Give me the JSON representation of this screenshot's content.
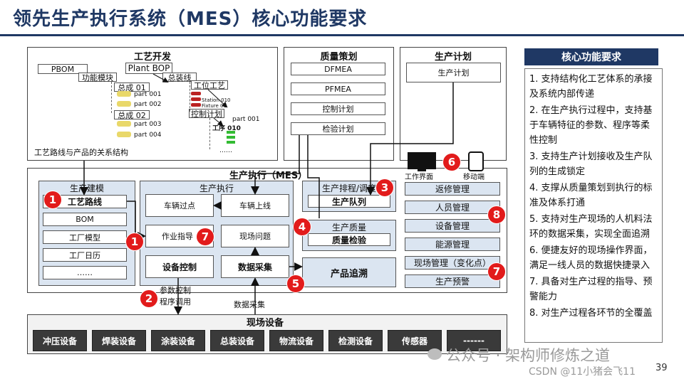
{
  "title": "领先生产执行系统（MES）核心功能要求",
  "process_dev": {
    "title": "工艺开发",
    "pbom": "PBOM",
    "plant_bop": "Plant BOP",
    "func_module": "功能模块",
    "assembly_line": "总装线",
    "assy01": "总成 01",
    "assy02": "总成 02",
    "parts": [
      "part 001",
      "part 002",
      "part 003",
      "part 004"
    ],
    "craft": "工位工艺",
    "station_010": "Station 010",
    "fixture": "Fixture 01",
    "control": "控制计划",
    "work010": "工序 010",
    "part001b": "part 001",
    "ellipsis": "……",
    "caption": "工艺路线与产品的关系结构"
  },
  "quality_plan": {
    "title": "质量策划",
    "items": [
      "DFMEA",
      "PFMEA",
      "控制计划",
      "检验计划"
    ]
  },
  "prod_plan": {
    "title": "生产计划",
    "item": "生产计划"
  },
  "requirements": {
    "title": "核心功能要求",
    "items": [
      "1. 支持结构化工艺体系的承接及系统内部传递",
      "2. 在生产执行过程中，支持基于车辆特征的参数、程序等柔性控制",
      "3. 支持生产计划接收及生产队列的生成锁定",
      "4. 支撑从质量策划到执行的标准及体系打通",
      "5. 支持对生产现场的人机料法环的数据采集，实现全面追溯",
      "6. 便捷友好的现场操作界面，满足一线人员的数据快捷录入",
      "7. 具备对生产过程的指导、预警能力",
      "8. 对生产过程各环节的全覆盖"
    ]
  },
  "mes": {
    "title": "生产执行（MES）",
    "modeling": {
      "title": "生产建模",
      "items": [
        "工艺路线",
        "BOM",
        "工厂模型",
        "工厂日历",
        "……"
      ]
    },
    "execution": {
      "title": "生产执行",
      "vehicle_pass": "车辆过点",
      "vehicle_online": "车辆上线",
      "work_guide": "作业指导",
      "site_issue": "现场问题",
      "device_control": "设备控制",
      "data_collect": "数据采集"
    },
    "schedule": {
      "title": "生产排程/调度",
      "item": "生产队列"
    },
    "quality": {
      "title": "生产质量",
      "item": "质量检验"
    },
    "trace": "产品追溯",
    "right_items": [
      "返修管理",
      "人员管理",
      "设备管理",
      "能源管理",
      "现场管理（变化点）",
      "生产预警"
    ],
    "work_ui": "工作界面",
    "mobile": "移动端"
  },
  "site": {
    "title": "现场设备",
    "devices": [
      "冲压设备",
      "焊装设备",
      "涂装设备",
      "总装设备",
      "物流设备",
      "检测设备",
      "传感器",
      "------"
    ],
    "param_label_1": "参数控制",
    "param_label_2": "程序调用",
    "data_label": "数据采集"
  },
  "markers": [
    "1",
    "1",
    "2",
    "3",
    "4",
    "5",
    "6",
    "7",
    "7",
    "8"
  ],
  "watermark": "公众号 · 架构师修炼之道",
  "credit": "CSDN @11小猪会飞11",
  "page_number": "39",
  "colors": {
    "title": "#1f3864",
    "marker": "#e21b1b",
    "panel_fill": "#dbe5f1",
    "device_fill": "#3a3a3a"
  }
}
